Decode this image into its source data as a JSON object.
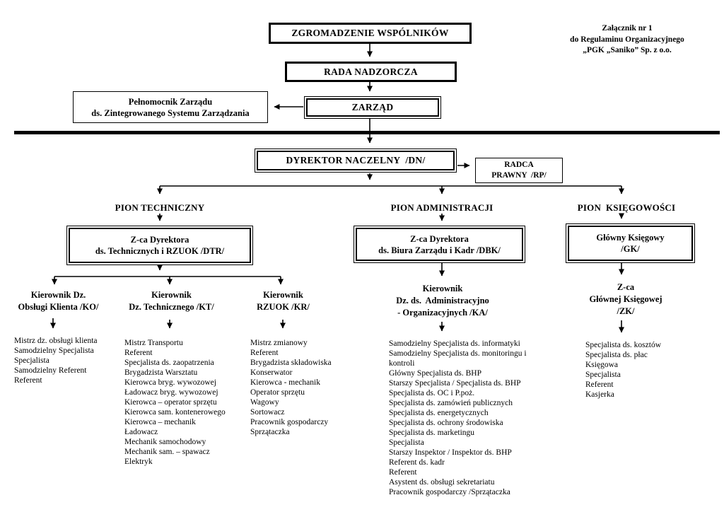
{
  "attachment_note": {
    "text": "Załącznik nr 1\ndo Regulaminu Organizacyjnego\n„PGK „Saniko” Sp. z o.o."
  },
  "governance": {
    "shareholders_meeting": "ZGROMADZENIE WSPÓLNIKÓW",
    "supervisory_board": "RADA NADZORCZA",
    "management_board": "ZARZĄD",
    "plenipotentiary": "Pełnomocnik Zarządu\nds. Zintegrowanego Systemu Zarządzania"
  },
  "management": {
    "general_director": "DYREKTOR NACZELNY  /DN/",
    "legal_counsel": "RADCA\nPRAWNY  /RP/"
  },
  "divisions": {
    "technical": {
      "title": "PION TECHNICZNY",
      "head": "Z-ca Dyrektora\nds. Technicznych i RZUOK /DTR/",
      "units": [
        {
          "title": "Kierownik Dz.\nObsługi Klienta /KO/",
          "roles": [
            "Mistrz dz. obsługi klienta",
            "Samodzielny Specjalista",
            "Specjalista",
            "Samodzielny Referent",
            "Referent"
          ]
        },
        {
          "title": "Kierownik\nDz. Technicznego /KT/",
          "roles": [
            "Mistrz Transportu",
            "Referent",
            "Specjalista ds. zaopatrzenia",
            "Brygadzista Warsztatu",
            "Kierowca bryg. wywozowej",
            "Ładowacz bryg. wywozowej",
            "Kierowca – operator sprzętu",
            "Kierowca sam. kontenerowego",
            "Kierowca – mechanik",
            "Ładowacz",
            "Mechanik samochodowy",
            "Mechanik sam. – spawacz",
            "Elektryk"
          ]
        },
        {
          "title": "Kierownik\nRZUOK /KR/",
          "roles": [
            "Mistrz zmianowy",
            "Referent",
            "Brygadzista składowiska",
            "Konserwator",
            "Kierowca - mechanik",
            "Operator sprzętu",
            "Wagowy",
            "Sortowacz",
            "Pracownik gospodarczy",
            "Sprzątaczka"
          ]
        }
      ]
    },
    "administration": {
      "title": "PION ADMINISTRACJI",
      "head": "Z-ca Dyrektora\nds. Biura Zarządu i Kadr /DBK/",
      "units": [
        {
          "title": "Kierownik\nDz. ds.  Administracyjno\n- Organizacyjnych /KA/",
          "roles": [
            "Samodzielny Specjalista ds. informatyki",
            "Samodzielny Specjalista ds. monitoringu i kontroli",
            "Główny Specjalista ds. BHP",
            "Starszy Specjalista / Specjalista ds. BHP",
            "Specjalista ds. OC i P.poż.",
            "Specjalista ds. zamówień publicznych",
            "Specjalista ds. energetycznych",
            "Specjalista ds. ochrony środowiska",
            "Specjalista ds. marketingu",
            "Specjalista",
            "Starszy Inspektor / Inspektor ds. BHP",
            "Referent ds. kadr",
            "Referent",
            "Asystent ds. obsługi sekretariatu",
            "Pracownik gospodarczy /Sprzątaczka"
          ]
        }
      ]
    },
    "accounting": {
      "title": "PION  KSIĘGOWOŚCI",
      "head": "Główny Księgowy\n/GK/",
      "units": [
        {
          "title": "Z-ca\nGłównej Księgowej\n/ZK/",
          "roles": [
            "Specjalista ds. kosztów",
            "Specjalista ds. płac",
            "Księgowa",
            "Specjalista",
            "Referent",
            "Kasjerka"
          ]
        }
      ]
    }
  },
  "colors": {
    "line": "#000000",
    "background": "#ffffff"
  }
}
